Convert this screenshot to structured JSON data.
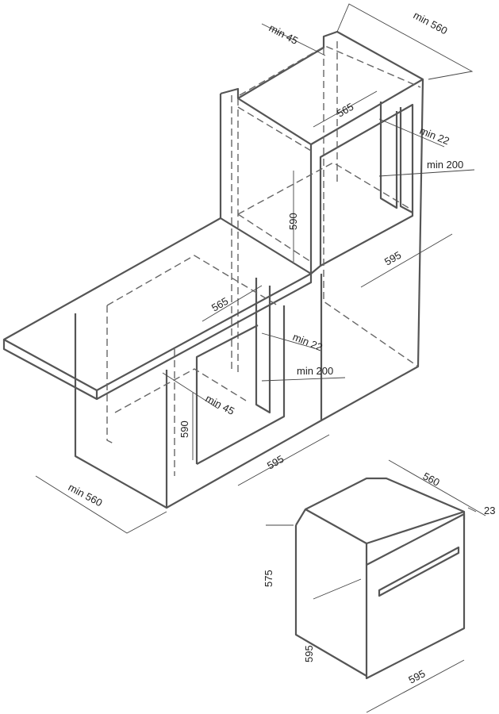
{
  "upper_unit": {
    "depth": "min 560",
    "rear_gap": "min 45",
    "inner_depth": "565",
    "side_gap": "min 22",
    "vent": "min 200",
    "height": "590",
    "width": "595"
  },
  "lower_unit": {
    "inner_depth": "565",
    "side_gap": "min 22",
    "vent": "min 200",
    "rear_gap": "min 45",
    "height": "590",
    "width": "595",
    "depth": "min 560"
  },
  "oven": {
    "depth": "560",
    "front": "23",
    "body_height": "575",
    "height": "595",
    "width": "595"
  },
  "colors": {
    "lines": "#555555",
    "text": "#222222"
  }
}
